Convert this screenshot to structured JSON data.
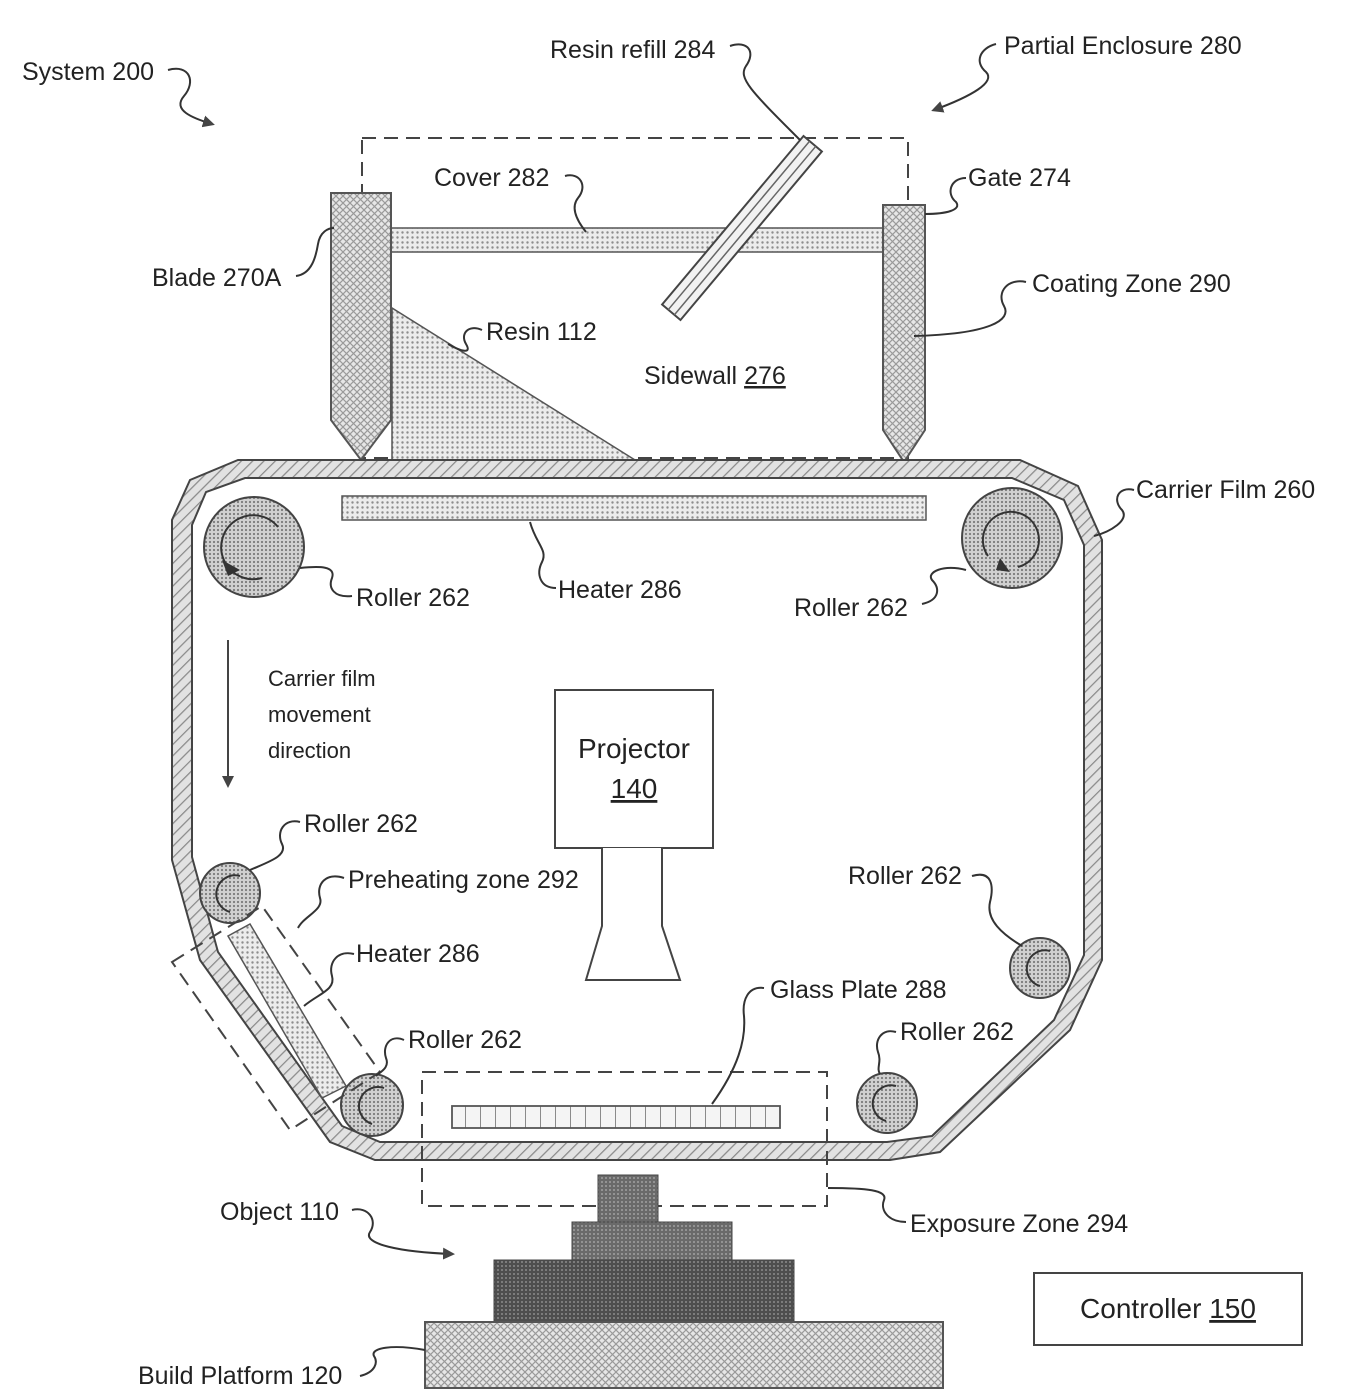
{
  "labels": {
    "system": "System 200",
    "resin_refill": "Resin refill 284",
    "partial_enclosure": "Partial Enclosure 280",
    "cover": "Cover 282",
    "gate": "Gate 274",
    "blade": "Blade 270A",
    "coating_zone": "Coating Zone 290",
    "resin": "Resin 112",
    "sidewall": "Sidewall",
    "sidewall_ref": "276",
    "carrier_film": "Carrier Film 260",
    "roller_top_left": "Roller 262",
    "heater_top": "Heater 286",
    "roller_top_right": "Roller 262",
    "direction_line1": "Carrier film",
    "direction_line2": "movement",
    "direction_line3": "direction",
    "projector": "Projector",
    "projector_ref": "140",
    "roller_left_upper": "Roller 262",
    "preheating_zone": "Preheating zone 292",
    "heater_left": "Heater 286",
    "roller_right": "Roller 262",
    "glass_plate": "Glass Plate 288",
    "roller_bottom_left": "Roller 262",
    "roller_bottom_right": "Roller 262",
    "object": "Object 110",
    "exposure_zone": "Exposure Zone 294",
    "controller": "Controller",
    "controller_ref": "150",
    "build_platform": "Build Platform 120"
  },
  "colors": {
    "line": "#333333",
    "hatch_fill": "#cfcfcf",
    "dot_fill": "#d6d6d6",
    "object_dark": "#5a5a5a",
    "object_mid": "#7a7a7a"
  }
}
